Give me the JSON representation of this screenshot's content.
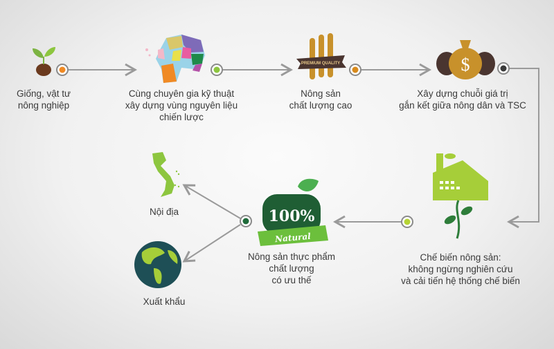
{
  "steps": {
    "seed": {
      "line1": "Giống, vật tư",
      "line2": "nông nghiệp"
    },
    "region": {
      "line1": "Cùng chuyên gia kỹ thuật",
      "line2": "xây dựng vùng nguyên liệu",
      "line3": "chiến lược"
    },
    "quality": {
      "line1": "Nông sản",
      "line2": "chất lượng cao",
      "badge": "PREMIUM QUALITY"
    },
    "value_chain": {
      "line1": "Xây dựng chuỗi giá trị",
      "line2": "gắn kết giữa nông dân và TSC",
      "symbol": "$"
    },
    "processing": {
      "line1": "Chế biến nông sản:",
      "line2": "không ngừng nghiên cứu",
      "line3": "và cải tiến hệ thống chế biến"
    },
    "natural": {
      "line1": "Nông sản thực phẩm",
      "line2": "chất lượng",
      "line3": "có ưu thế",
      "badge_pct": "100%",
      "badge_word": "Natural"
    },
    "domestic": {
      "label": "Nội địa"
    },
    "export": {
      "label": "Xuất khẩu"
    }
  },
  "colors": {
    "orange": "#f08a24",
    "green": "#8dc63f",
    "gold": "#c8912b",
    "dark": "#3a3a3a",
    "darkgreen": "#1f6b3a",
    "lime": "#a6ce39",
    "line": "#9a9a9a"
  }
}
